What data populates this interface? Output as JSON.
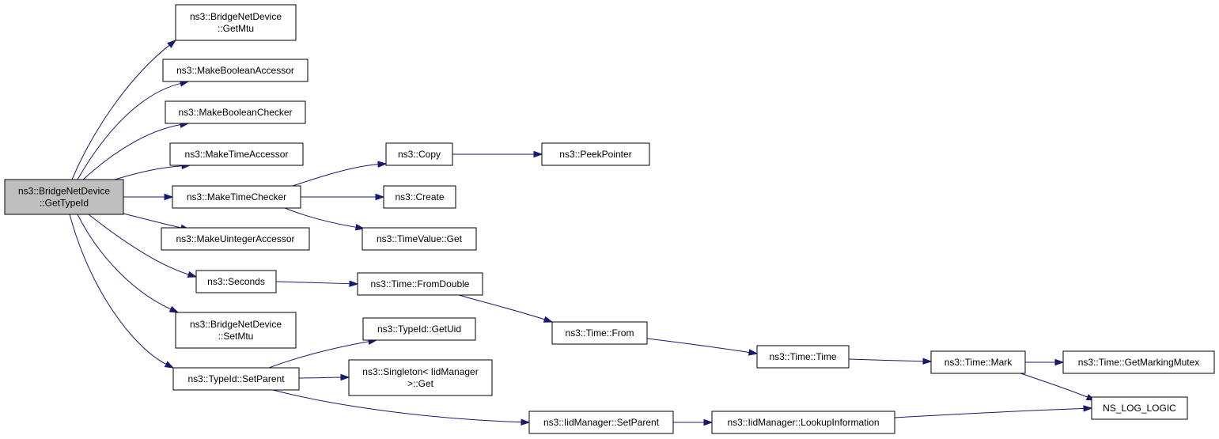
{
  "nodes": [
    {
      "id": "root",
      "lines": [
        "ns3::BridgeNetDevice",
        "::GetTypeId"
      ],
      "root": true
    },
    {
      "id": "getmtu",
      "lines": [
        "ns3::BridgeNetDevice",
        "::GetMtu"
      ]
    },
    {
      "id": "mkbacc",
      "lines": [
        "ns3::MakeBooleanAccessor"
      ]
    },
    {
      "id": "mkbchk",
      "lines": [
        "ns3::MakeBooleanChecker"
      ]
    },
    {
      "id": "mktacc",
      "lines": [
        "ns3::MakeTimeAccessor"
      ]
    },
    {
      "id": "mktchk",
      "lines": [
        "ns3::MakeTimeChecker"
      ]
    },
    {
      "id": "mkuacc",
      "lines": [
        "ns3::MakeUintegerAccessor"
      ]
    },
    {
      "id": "seconds",
      "lines": [
        "ns3::Seconds"
      ]
    },
    {
      "id": "setmtu",
      "lines": [
        "ns3::BridgeNetDevice",
        "::SetMtu"
      ]
    },
    {
      "id": "tsetpar",
      "lines": [
        "ns3::TypeId::SetParent"
      ]
    },
    {
      "id": "copy",
      "lines": [
        "ns3::Copy"
      ]
    },
    {
      "id": "create",
      "lines": [
        "ns3::Create"
      ]
    },
    {
      "id": "tvget",
      "lines": [
        "ns3::TimeValue::Get"
      ]
    },
    {
      "id": "fromdbl",
      "lines": [
        "ns3::Time::FromDouble"
      ]
    },
    {
      "id": "getuid",
      "lines": [
        "ns3::TypeId::GetUid"
      ]
    },
    {
      "id": "singleton",
      "lines": [
        "ns3::Singleton< IidManager",
        ">::Get"
      ]
    },
    {
      "id": "iidsetpar",
      "lines": [
        "ns3::IidManager::SetParent"
      ]
    },
    {
      "id": "peek",
      "lines": [
        "ns3::PeekPointer"
      ]
    },
    {
      "id": "tfrom",
      "lines": [
        "ns3::Time::From"
      ]
    },
    {
      "id": "ttime",
      "lines": [
        "ns3::Time::Time"
      ]
    },
    {
      "id": "lookup",
      "lines": [
        "ns3::IidManager::LookupInformation"
      ]
    },
    {
      "id": "mark",
      "lines": [
        "ns3::Time::Mark"
      ]
    },
    {
      "id": "mutex",
      "lines": [
        "ns3::Time::GetMarkingMutex"
      ]
    },
    {
      "id": "nslog",
      "lines": [
        "NS_LOG_LOGIC"
      ]
    }
  ],
  "edges": [
    {
      "from": "root",
      "to": "getmtu"
    },
    {
      "from": "root",
      "to": "mkbacc"
    },
    {
      "from": "root",
      "to": "mkbchk"
    },
    {
      "from": "root",
      "to": "mktacc"
    },
    {
      "from": "root",
      "to": "mktchk"
    },
    {
      "from": "root",
      "to": "mkuacc"
    },
    {
      "from": "root",
      "to": "seconds"
    },
    {
      "from": "root",
      "to": "setmtu"
    },
    {
      "from": "root",
      "to": "tsetpar"
    },
    {
      "from": "mktchk",
      "to": "copy"
    },
    {
      "from": "mktchk",
      "to": "create"
    },
    {
      "from": "mktchk",
      "to": "tvget"
    },
    {
      "from": "copy",
      "to": "peek"
    },
    {
      "from": "seconds",
      "to": "fromdbl"
    },
    {
      "from": "fromdbl",
      "to": "tfrom"
    },
    {
      "from": "tfrom",
      "to": "ttime"
    },
    {
      "from": "ttime",
      "to": "mark"
    },
    {
      "from": "mark",
      "to": "mutex"
    },
    {
      "from": "mark",
      "to": "nslog"
    },
    {
      "from": "tsetpar",
      "to": "getuid"
    },
    {
      "from": "tsetpar",
      "to": "singleton"
    },
    {
      "from": "tsetpar",
      "to": "iidsetpar"
    },
    {
      "from": "iidsetpar",
      "to": "lookup"
    },
    {
      "from": "lookup",
      "to": "nslog"
    }
  ],
  "colors": {
    "edge": "#191970",
    "root_fill": "#bfbfbf",
    "node_fill": "#ffffff",
    "border": "#000000"
  }
}
